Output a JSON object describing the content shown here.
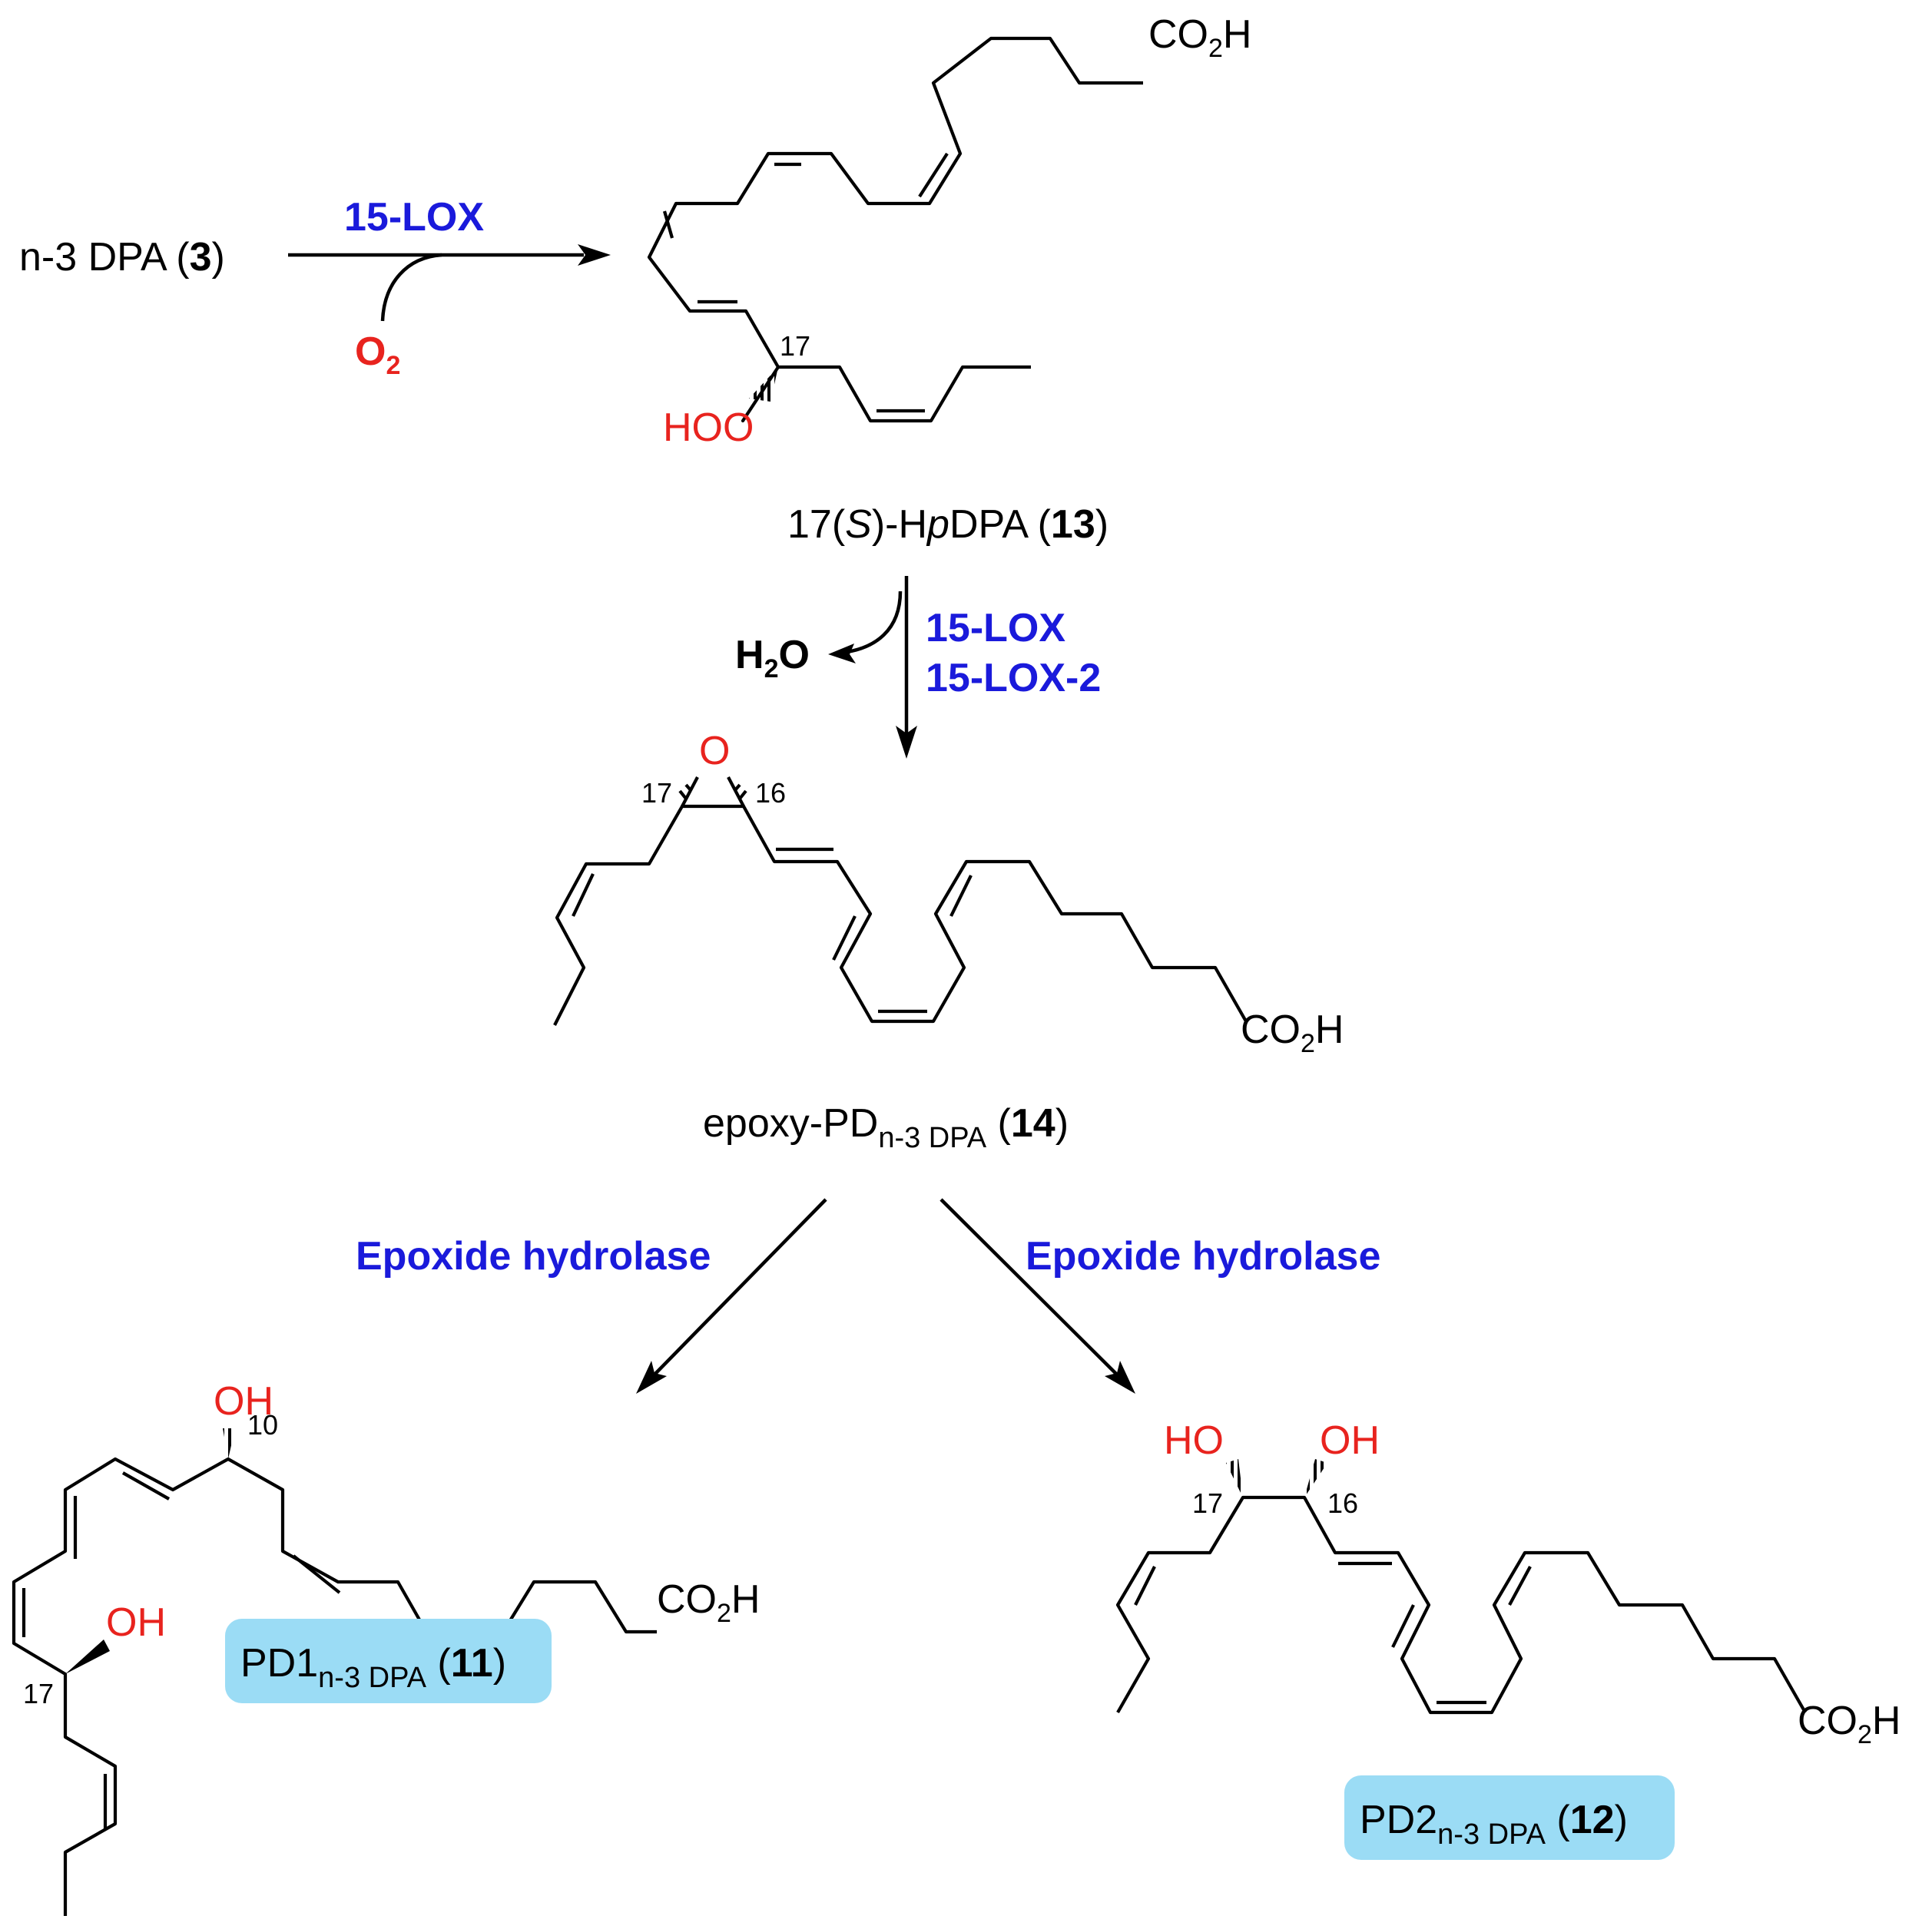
{
  "colors": {
    "enzyme": "#1a1adb",
    "oxygen_label": "#e8231e",
    "product_box": "#9bdcf5",
    "ink": "#000000"
  },
  "start": {
    "name": "n-3 DPA (",
    "id": "3",
    "close": ")"
  },
  "step1": {
    "enzyme": "15-LOX",
    "reagent_main": "O",
    "reagent_sub": "2"
  },
  "mol13": {
    "co2h_a": "CO",
    "co2h_sub": "2",
    "co2h_b": "H",
    "hoo": "HOO",
    "c17": "17",
    "name_a": "17(",
    "name_s": "S",
    "name_b": ")-H",
    "name_p": "p",
    "name_c": "DPA (",
    "id": "13",
    "close": ")"
  },
  "step2": {
    "byproduct_main": "H",
    "byproduct_sub": "2",
    "byproduct_end": "O",
    "enzyme1": "15-LOX",
    "enzyme2": "15-LOX-2"
  },
  "mol14": {
    "o": "O",
    "c17": "17",
    "c16": "16",
    "co2h_a": "CO",
    "co2h_sub": "2",
    "co2h_b": "H",
    "name_a": "epoxy-PD",
    "name_sub": "n-3 DPA",
    "name_b": " (",
    "id": "14",
    "close": ")"
  },
  "step3": {
    "enzyme_left": "Epoxide hydrolase",
    "enzyme_right": "Epoxide hydrolase"
  },
  "mol11": {
    "oh_top": "OH",
    "c10": "10",
    "oh_low": "OH",
    "c17": "17",
    "co2h_a": "CO",
    "co2h_sub": "2",
    "co2h_b": "H",
    "name_a": "PD1",
    "name_sub": "n-3 DPA",
    "name_b": " (",
    "id": "11",
    "close": ")"
  },
  "mol12": {
    "ho": "HO",
    "oh": "OH",
    "c17": "17",
    "c16": "16",
    "co2h_a": "CO",
    "co2h_sub": "2",
    "co2h_b": "H",
    "name_a": "PD2",
    "name_sub": "n-3 DPA",
    "name_b": " (",
    "id": "12",
    "close": ")"
  }
}
